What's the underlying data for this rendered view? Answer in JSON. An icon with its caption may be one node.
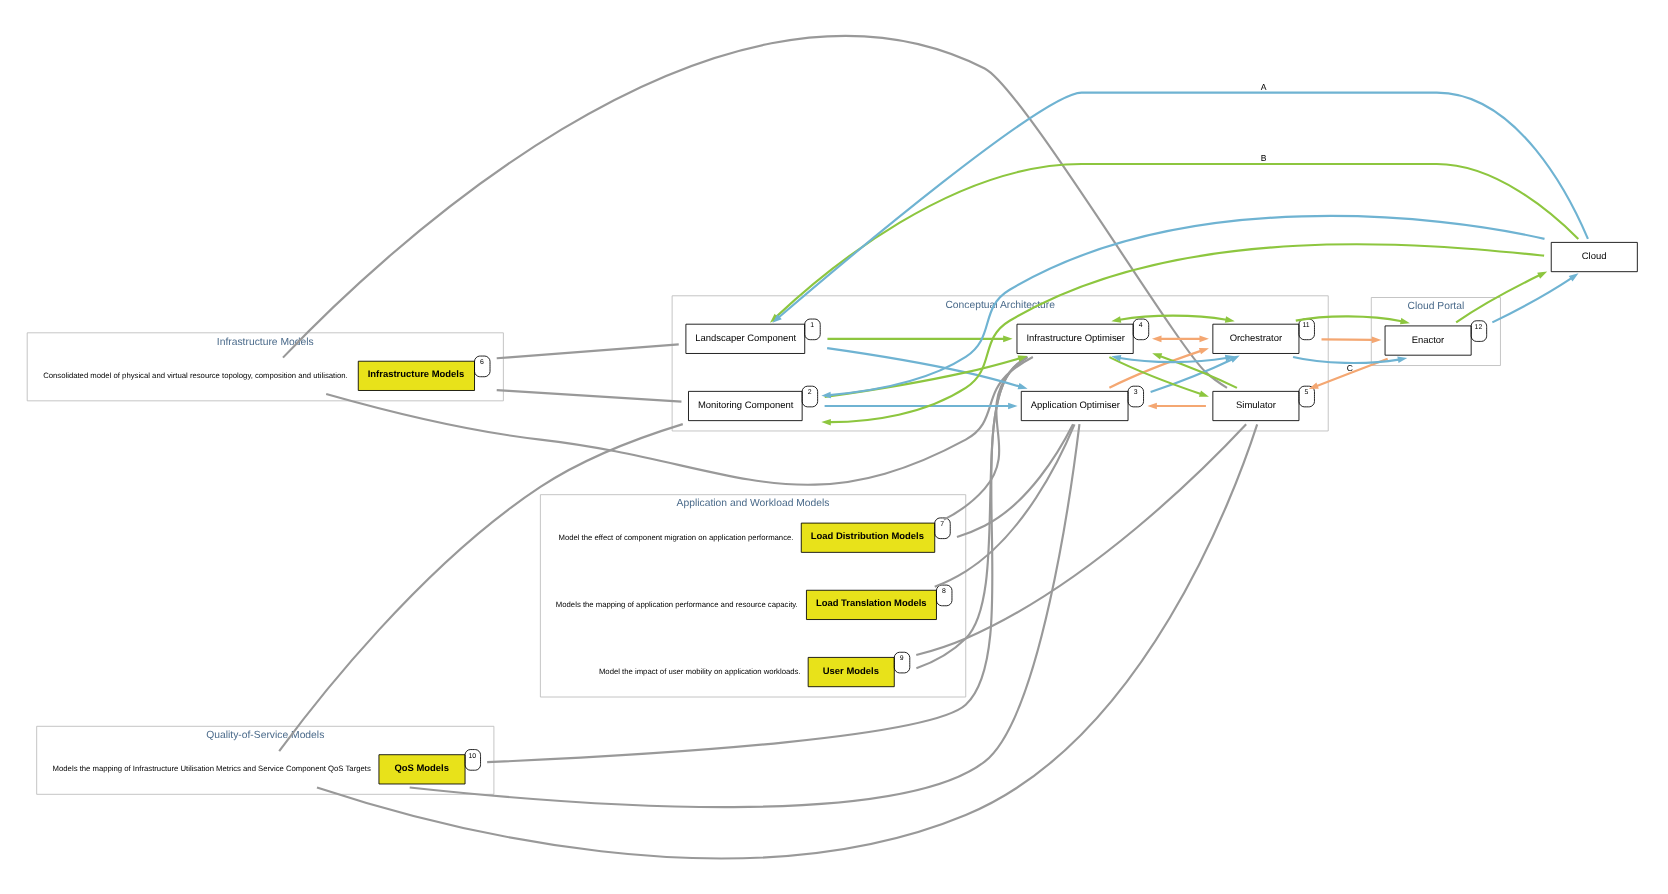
{
  "diagram": {
    "nodes": [
      {
        "text": [
          "Infrastructure Models"
        ]
      },
      {
        "text": [
          "Infrastructure Models"
        ],
        "in": 0,
        "beside": [
          "6",
          "Consolidated model of physical and virtual resource topology, composition and utilisation."
        ]
      },
      {
        "text": [
          "Application and Workload Models"
        ]
      },
      {
        "text": [
          "Load Distribution Models"
        ],
        "in": 2,
        "beside": [
          "7",
          "Model the effect of component migration on application performance."
        ]
      },
      {
        "text": [
          "Load Translation Models"
        ],
        "in": 2,
        "beside": [
          "8",
          "Models the mapping of application performance and resource capacity."
        ]
      },
      {
        "text": [
          "User Models"
        ],
        "in": 2,
        "beside": [
          "9",
          "Model the impact of user mobility on application workloads."
        ]
      },
      {
        "text": [
          "Quality-of-Service Models"
        ]
      },
      {
        "text": [
          "QoS Models"
        ],
        "in": 6,
        "beside": [
          "10",
          "Models the mapping of Infrastructure Utilisation Metrics and Service Component QoS Targets"
        ]
      },
      {
        "text": [
          "Conceptual Architecture"
        ]
      },
      {
        "text": [
          "Landscaper Component"
        ],
        "in": 8,
        "beside": [
          "1"
        ]
      },
      {
        "text": [
          "Monitoring Component"
        ],
        "in": 8,
        "beside": [
          "2"
        ]
      },
      {
        "text": [
          "Application Optimiser"
        ],
        "in": 8,
        "beside": [
          "3"
        ]
      },
      {
        "text": [
          "Infrastructure Optimiser"
        ],
        "in": 8,
        "beside": [
          "4"
        ]
      },
      {
        "text": [
          "Simulator"
        ],
        "in": 8,
        "beside": [
          "5"
        ]
      },
      {
        "text": [
          "Orchestrator"
        ],
        "in": 8,
        "beside": [
          "11"
        ]
      },
      {
        "text": [
          "Cloud Portal"
        ]
      },
      {
        "text": [
          "Enactor"
        ],
        "in": 15,
        "beside": [
          "12"
        ]
      },
      {
        "text": [
          "Cloud"
        ]
      }
    ],
    "edges": [
      {
        "from": 1,
        "to": 9,
        "arrow": "none"
      },
      {
        "from": 1,
        "to": 10,
        "arrow": "none"
      },
      {
        "from": 1,
        "to": 12,
        "arrow": "none"
      },
      {
        "from": 1,
        "to": 13,
        "arrow": "none"
      },
      {
        "from": 3,
        "to": 11,
        "arrow": "none"
      },
      {
        "from": 3,
        "to": 12,
        "arrow": "none"
      },
      {
        "from": 4,
        "to": 11,
        "arrow": "none"
      },
      {
        "from": 5,
        "to": 12,
        "arrow": "none"
      },
      {
        "from": 5,
        "to": 13,
        "arrow": "none"
      },
      {
        "from": 7,
        "to": 10,
        "arrow": "none"
      },
      {
        "from": 7,
        "to": 11,
        "arrow": "none"
      },
      {
        "from": 7,
        "to": 12,
        "arrow": "none"
      },
      {
        "from": 7,
        "to": 13,
        "arrow": "none"
      },
      {
        "from": 17,
        "to": 9,
        "arrow": "to",
        "label": "B",
        "color": "#8dc63f"
      },
      {
        "from": 17,
        "to": 9,
        "arrow": "to",
        "label": "A",
        "color": "#6fb3d2"
      },
      {
        "from": 17,
        "to": 10,
        "arrow": "to",
        "color": "#8dc63f"
      },
      {
        "from": 17,
        "to": 10,
        "arrow": "to",
        "color": "#6fb3d2"
      },
      {
        "from": 9,
        "to": 11,
        "arrow": "to",
        "color": "#6fb3d2"
      },
      {
        "from": 10,
        "to": 11,
        "arrow": "to",
        "color": "#6fb3d2"
      },
      {
        "from": 9,
        "to": 12,
        "arrow": "to",
        "color": "#8dc63f"
      },
      {
        "from": 10,
        "to": 12,
        "arrow": "to",
        "color": "#8dc63f"
      },
      {
        "from": 11,
        "to": 14,
        "arrow": "to",
        "color": "#6fb3d2"
      },
      {
        "from": 11,
        "to": 14,
        "arrow": "to",
        "color": "#f4a772"
      },
      {
        "from": 12,
        "to": 14,
        "arrow": "both",
        "color": "#6fb3d2"
      },
      {
        "from": 12,
        "to": 14,
        "arrow": "both",
        "color": "#f4a772"
      },
      {
        "from": 12,
        "to": 14,
        "arrow": "both",
        "color": "#8dc63f"
      },
      {
        "from": 12,
        "to": 13,
        "arrow": "to",
        "color": "#8dc63f"
      },
      {
        "from": 13,
        "to": 12,
        "arrow": "to",
        "color": "#8dc63f"
      },
      {
        "from": 13,
        "to": 11,
        "arrow": "to",
        "color": "#f4a772"
      },
      {
        "from": 14,
        "to": 16,
        "arrow": "to",
        "color": "#6fb3d2"
      },
      {
        "from": 14,
        "to": 16,
        "arrow": "to",
        "color": "#f4a772"
      },
      {
        "from": 14,
        "to": 16,
        "arrow": "to",
        "color": "#8dc63f"
      },
      {
        "from": 16,
        "to": 17,
        "arrow": "to",
        "color": "#6fb3d2"
      },
      {
        "from": 16,
        "to": 17,
        "arrow": "to",
        "color": "#8dc63f"
      },
      {
        "from": 16,
        "to": 13,
        "arrow": "to",
        "label": "C",
        "color": "#f4a772"
      }
    ]
  }
}
